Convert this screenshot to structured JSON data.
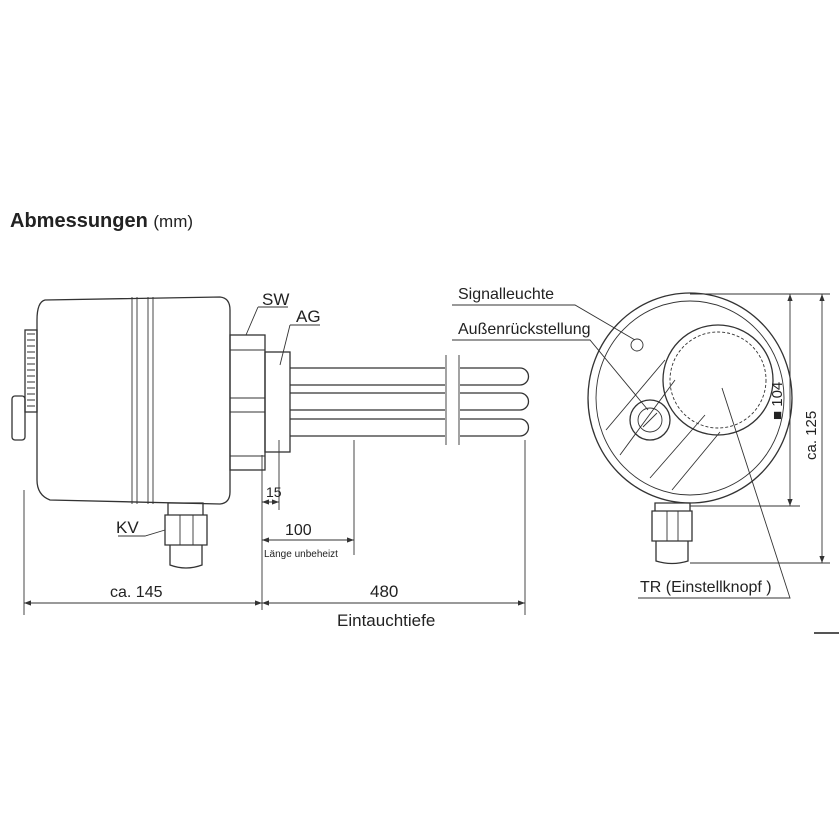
{
  "heading": {
    "title": "Abmessungen",
    "unit": "(mm)"
  },
  "side_view": {
    "labels": {
      "sw": "SW",
      "ag": "AG",
      "kv": "KV"
    },
    "dimensions": {
      "d15": "15",
      "d100": "100",
      "d100_caption": "Länge unbeheizt",
      "d145": "ca. 145",
      "d480": "480",
      "d480_caption": "Eintauchtiefe"
    }
  },
  "front_view": {
    "labels": {
      "signal": "Signalleuchte",
      "reset": "Außenrückstellung",
      "tr": "TR (Einstellknopf )"
    },
    "dimensions": {
      "d104": "■ 104",
      "d125": "ca. 125"
    }
  }
}
